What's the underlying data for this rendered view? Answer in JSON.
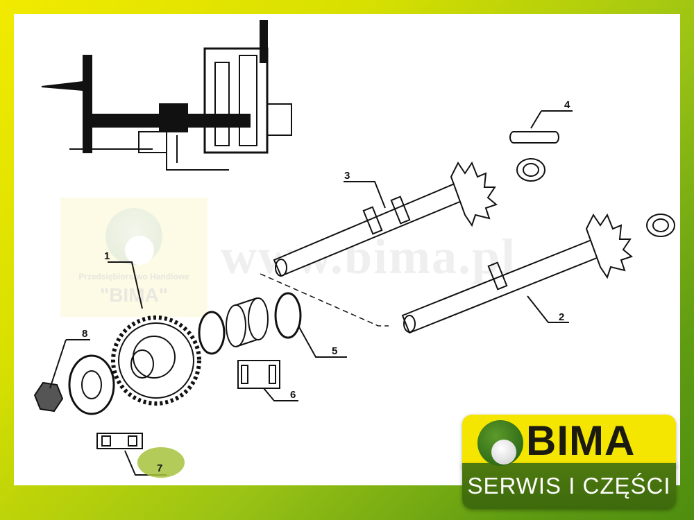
{
  "diagram": {
    "part_labels": [
      "1",
      "2",
      "3",
      "4",
      "5",
      "6",
      "7",
      "8"
    ],
    "highlighted_label": "7",
    "highlight_color": "#a6c23c"
  },
  "watermark": {
    "line1": "Przedsiębiorstwo Handlowe",
    "line2": "\"BIMA\"",
    "url": "www.bima.pl"
  },
  "logo": {
    "name": "BIMA",
    "tagline": "SERWIS I CZĘŚCI"
  },
  "colors": {
    "yellow": "#f4e600",
    "green": "#4f7a10"
  }
}
